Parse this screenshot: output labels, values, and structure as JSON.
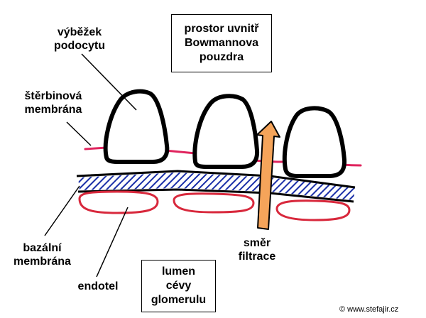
{
  "labels": {
    "podocyte_process": [
      "výběžek",
      "podocytu"
    ],
    "slit_membrane": [
      "štěrbinová",
      "membrána"
    ],
    "basal_membrane": [
      "bazální",
      "membrána"
    ],
    "endothel": "endotel",
    "filtration_direction": [
      "směr",
      "filtrace"
    ]
  },
  "boxes": {
    "bowman_space": [
      "prostor uvnitř",
      "Bowmannova",
      "pouzdra"
    ],
    "vessel_lumen": [
      "lumen",
      "cévy",
      "glomerulu"
    ]
  },
  "credit": "© www.stefajir.cz",
  "colors": {
    "outline": "#000000",
    "slit_membrane": "#e0245e",
    "basal_hatch": "#1a2fa8",
    "endothel": "#d8283c",
    "arrow_fill": "#f5a45a",
    "arrow_stroke": "#000000"
  }
}
